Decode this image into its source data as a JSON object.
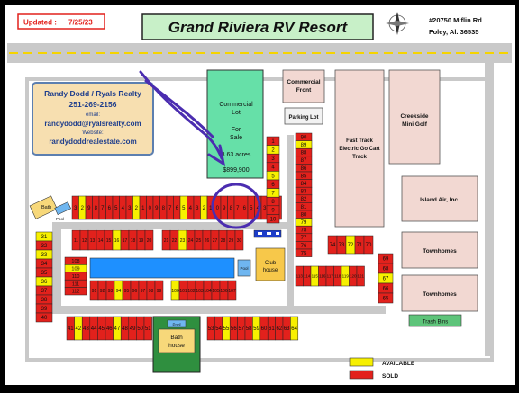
{
  "header": {
    "updated_label": "Updated :",
    "updated_date": "7/25/23",
    "title": "Grand  Riviera  RV  Resort",
    "address_line1": "#20750 Miflin Rd",
    "address_line2": "Foley, Al. 36535"
  },
  "contact": {
    "name": "Randy Dodd / Ryals Realty",
    "phone": "251-269-2156",
    "email_label": "email:",
    "email": "randydodd@ryalsrealty.com",
    "website_label": "Website:",
    "website": "randydoddrealestate.com"
  },
  "labels": {
    "commercial_lot": [
      "Commercial",
      "Lot"
    ],
    "for_sale": [
      "For",
      "Sale"
    ],
    "acres": "3.63 acres",
    "price": "$899,900",
    "commercial_front": [
      "Commercial",
      "Front"
    ],
    "parking_lot": "Parking Lot",
    "fast_track": [
      "Fast Track",
      "Electric Go Cart",
      "Track"
    ],
    "creekside": [
      "Creekside",
      "Mini Golf"
    ],
    "island_air": "Island Air, Inc.",
    "townhomes": "Townhomes",
    "trash_bins": "Trash Bins",
    "bath": "Bath",
    "pool": "Pool",
    "club_house": [
      "Club",
      "house"
    ],
    "bath_house": [
      "Bath",
      "house"
    ]
  },
  "legend": {
    "available": "AVAILABLE",
    "sold": "SOLD"
  },
  "colors": {
    "available": "#f7f000",
    "sold": "#e2211c",
    "pool": "#1e90ff",
    "commercial_lot": "#66e0a8",
    "lot_gray": "#f2d8d2",
    "road": "#c9c9c9",
    "green_sign": "#5ec47a",
    "annotation": "#4b2db0"
  },
  "lots": {
    "top_row": [
      {
        "n": "3",
        "s": "sold"
      },
      {
        "n": "2",
        "s": "avail"
      },
      {
        "n": "9",
        "s": "sold"
      },
      {
        "n": "8",
        "s": "sold"
      },
      {
        "n": "7",
        "s": "sold"
      },
      {
        "n": "6",
        "s": "sold"
      },
      {
        "n": "5",
        "s": "sold"
      },
      {
        "n": "4",
        "s": "sold"
      },
      {
        "n": "3",
        "s": "sold"
      },
      {
        "n": "2",
        "s": "avail"
      },
      {
        "n": "1",
        "s": "sold"
      },
      {
        "n": "0",
        "s": "sold"
      },
      {
        "n": "9",
        "s": "sold"
      },
      {
        "n": "8",
        "s": "sold"
      },
      {
        "n": "7",
        "s": "sold"
      },
      {
        "n": "6",
        "s": "sold"
      },
      {
        "n": "5",
        "s": "avail"
      },
      {
        "n": "4",
        "s": "sold"
      },
      {
        "n": "3",
        "s": "sold"
      },
      {
        "n": "2",
        "s": "avail"
      },
      {
        "n": "1",
        "s": "sold"
      },
      {
        "n": "0",
        "s": "sold"
      },
      {
        "n": "9",
        "s": "sold"
      },
      {
        "n": "8",
        "s": "sold"
      },
      {
        "n": "7",
        "s": "sold"
      },
      {
        "n": "6",
        "s": "sold"
      },
      {
        "n": "5",
        "s": "sold"
      },
      {
        "n": "4",
        "s": "sold"
      },
      {
        "n": "3",
        "s": "sold"
      },
      {
        "n": "2",
        "s": "sold"
      },
      {
        "n": "1",
        "s": "sold"
      }
    ],
    "column_left": [
      {
        "n": "1",
        "s": "sold"
      },
      {
        "n": "2",
        "s": "avail"
      },
      {
        "n": "3",
        "s": "sold"
      },
      {
        "n": "4",
        "s": "sold"
      },
      {
        "n": "5",
        "s": "avail"
      },
      {
        "n": "6",
        "s": "sold"
      },
      {
        "n": "7",
        "s": "avail"
      },
      {
        "n": "8",
        "s": "sold"
      },
      {
        "n": "9",
        "s": "sold"
      },
      {
        "n": "10",
        "s": "sold"
      }
    ],
    "column_right": [
      {
        "n": "90",
        "s": "sold"
      },
      {
        "n": "89",
        "s": "avail"
      },
      {
        "n": "88",
        "s": "sold"
      },
      {
        "n": "87",
        "s": "sold"
      },
      {
        "n": "86",
        "s": "sold"
      },
      {
        "n": "85",
        "s": "sold"
      },
      {
        "n": "84",
        "s": "sold"
      },
      {
        "n": "83",
        "s": "sold"
      },
      {
        "n": "82",
        "s": "sold"
      },
      {
        "n": "81",
        "s": "sold"
      },
      {
        "n": "80",
        "s": "sold"
      },
      {
        "n": "79",
        "s": "avail"
      },
      {
        "n": "78",
        "s": "sold"
      },
      {
        "n": "77",
        "s": "sold"
      },
      {
        "n": "76",
        "s": "sold"
      },
      {
        "n": "75",
        "s": "sold"
      }
    ],
    "west_column": [
      {
        "n": "31",
        "s": "avail"
      },
      {
        "n": "32",
        "s": "sold"
      },
      {
        "n": "33",
        "s": "avail"
      },
      {
        "n": "34",
        "s": "sold"
      },
      {
        "n": "35",
        "s": "sold"
      },
      {
        "n": "36",
        "s": "avail"
      },
      {
        "n": "37",
        "s": "sold"
      },
      {
        "n": "38",
        "s": "sold"
      },
      {
        "n": "39",
        "s": "sold"
      },
      {
        "n": "40",
        "s": "sold"
      }
    ],
    "small_left": [
      {
        "n": "108",
        "s": "sold"
      },
      {
        "n": "109",
        "s": "avail"
      },
      {
        "n": "110",
        "s": "sold"
      },
      {
        "n": "111",
        "s": "sold"
      },
      {
        "n": "112",
        "s": "sold"
      }
    ],
    "bottom_left": [
      {
        "n": "41",
        "s": "sold"
      },
      {
        "n": "42",
        "s": "avail"
      },
      {
        "n": "43",
        "s": "sold"
      },
      {
        "n": "44",
        "s": "sold"
      },
      {
        "n": "45",
        "s": "sold"
      },
      {
        "n": "46",
        "s": "sold"
      },
      {
        "n": "47",
        "s": "avail"
      },
      {
        "n": "48",
        "s": "sold"
      },
      {
        "n": "49",
        "s": "sold"
      },
      {
        "n": "50",
        "s": "sold"
      },
      {
        "n": "51",
        "s": "sold"
      }
    ],
    "bottom_right": [
      {
        "n": "53",
        "s": "sold"
      },
      {
        "n": "54",
        "s": "sold"
      },
      {
        "n": "55",
        "s": "avail"
      },
      {
        "n": "56",
        "s": "sold"
      },
      {
        "n": "57",
        "s": "sold"
      },
      {
        "n": "58",
        "s": "sold"
      },
      {
        "n": "59",
        "s": "avail"
      },
      {
        "n": "60",
        "s": "sold"
      },
      {
        "n": "61",
        "s": "sold"
      },
      {
        "n": "62",
        "s": "sold"
      },
      {
        "n": "63",
        "s": "sold"
      },
      {
        "n": "64",
        "s": "avail"
      }
    ],
    "east_cluster": [
      {
        "n": "74",
        "s": "sold"
      },
      {
        "n": "73",
        "s": "sold"
      },
      {
        "n": "72",
        "s": "avail"
      },
      {
        "n": "71",
        "s": "sold"
      },
      {
        "n": "70",
        "s": "sold"
      },
      {
        "n": "69",
        "s": "sold"
      },
      {
        "n": "68",
        "s": "sold"
      },
      {
        "n": "67",
        "s": "avail"
      },
      {
        "n": "66",
        "s": "sold"
      },
      {
        "n": "65",
        "s": "sold"
      }
    ]
  }
}
